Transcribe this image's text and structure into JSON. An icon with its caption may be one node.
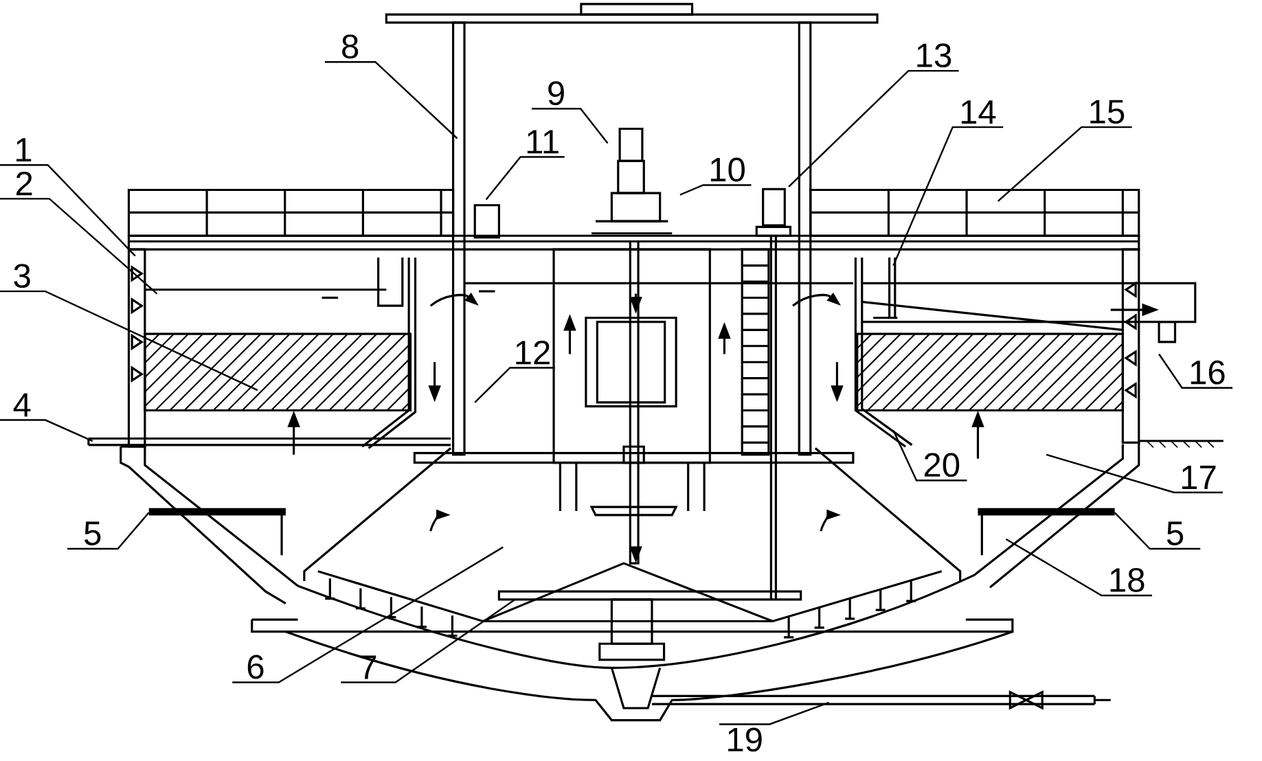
{
  "diagram": {
    "nodes": [
      {
        "text": [
          "1"
        ]
      },
      {
        "text": [
          "2"
        ]
      },
      {
        "text": [
          "3"
        ]
      },
      {
        "text": [
          "4"
        ]
      },
      {
        "text": [
          "5"
        ]
      },
      {
        "text": [
          "5"
        ]
      },
      {
        "text": [
          "6"
        ]
      },
      {
        "text": [
          "7"
        ]
      },
      {
        "text": [
          "8"
        ]
      },
      {
        "text": [
          "9"
        ]
      },
      {
        "text": [
          "10"
        ]
      },
      {
        "text": [
          "11"
        ]
      },
      {
        "text": [
          "12"
        ]
      },
      {
        "text": [
          "13"
        ]
      },
      {
        "text": [
          "14"
        ]
      },
      {
        "text": [
          "15"
        ]
      },
      {
        "text": [
          "16"
        ]
      },
      {
        "text": [
          "17"
        ]
      },
      {
        "text": [
          "18"
        ]
      },
      {
        "text": [
          "19"
        ]
      },
      {
        "text": [
          "20"
        ]
      }
    ],
    "edges": [
      {
        "from": 0,
        "to": null,
        "arrow": "none"
      },
      {
        "from": 1,
        "to": null,
        "arrow": "none"
      },
      {
        "from": 2,
        "to": null,
        "arrow": "none"
      },
      {
        "from": 3,
        "to": null,
        "arrow": "none"
      },
      {
        "from": 4,
        "to": null,
        "arrow": "none"
      },
      {
        "from": 5,
        "to": null,
        "arrow": "none"
      },
      {
        "from": 6,
        "to": null,
        "arrow": "none"
      },
      {
        "from": 7,
        "to": null,
        "arrow": "none"
      },
      {
        "from": 8,
        "to": null,
        "arrow": "none"
      },
      {
        "from": 9,
        "to": null,
        "arrow": "none"
      },
      {
        "from": 10,
        "to": null,
        "arrow": "none"
      },
      {
        "from": 11,
        "to": null,
        "arrow": "none"
      },
      {
        "from": 12,
        "to": null,
        "arrow": "none"
      },
      {
        "from": 13,
        "to": null,
        "arrow": "none"
      },
      {
        "from": 14,
        "to": null,
        "arrow": "none"
      },
      {
        "from": 15,
        "to": null,
        "arrow": "none"
      },
      {
        "from": 16,
        "to": null,
        "arrow": "none"
      },
      {
        "from": 17,
        "to": null,
        "arrow": "none"
      },
      {
        "from": 18,
        "to": null,
        "arrow": "none"
      },
      {
        "from": 19,
        "to": null,
        "arrow": "none"
      },
      {
        "from": 20,
        "to": null,
        "arrow": "none"
      }
    ]
  }
}
